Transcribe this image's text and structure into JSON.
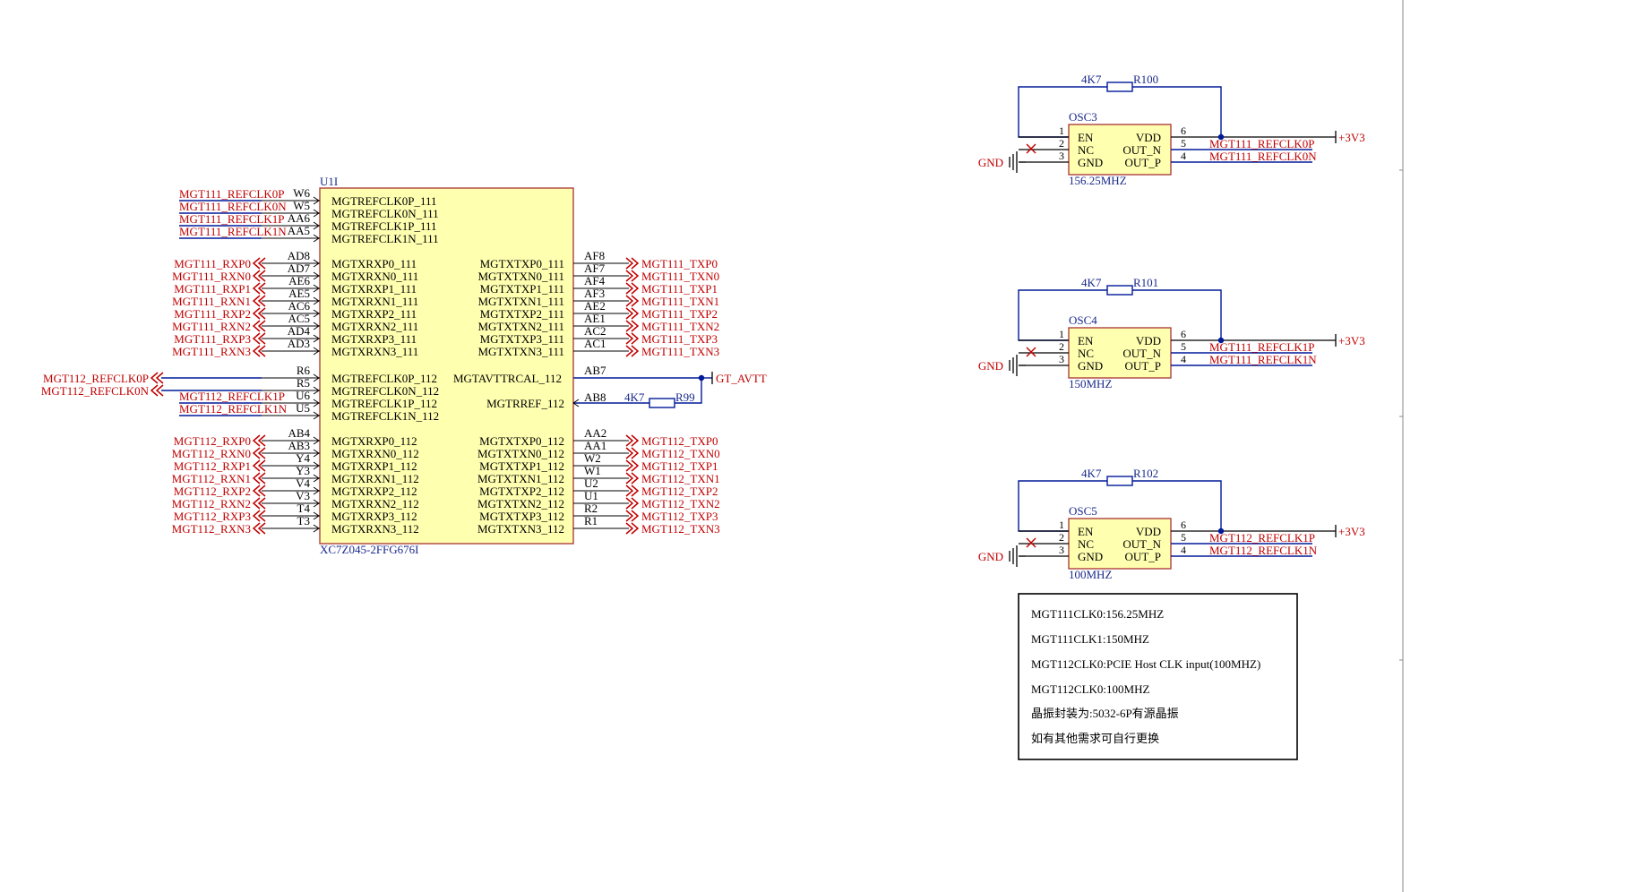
{
  "colors": {
    "net": "#c00000",
    "wire": "#001a99",
    "blue_text": "#1a2a8c",
    "body_fill": "#ffffb0",
    "body_stroke": "#a83232",
    "black": "#000000"
  },
  "u11": {
    "designator": "U1I",
    "part": "XC7Z045-2FFG676I",
    "left_pins": [
      {
        "pin": "W6",
        "name": "MGTREFCLK0P_111",
        "net": "MGT111_REFCLK0P",
        "kind": "wire"
      },
      {
        "pin": "W5",
        "name": "MGTREFCLK0N_111",
        "net": "MGT111_REFCLK0N",
        "kind": "wire"
      },
      {
        "pin": "AA6",
        "name": "MGTREFCLK1P_111",
        "net": "MGT111_REFCLK1P",
        "kind": "wire"
      },
      {
        "pin": "AA5",
        "name": "MGTREFCLK1N_111",
        "net": "MGT111_REFCLK1N",
        "kind": "wire"
      },
      {
        "pin": "AD8",
        "name": "MGTXRXP0_111",
        "net": "MGT111_RXP0",
        "kind": "port"
      },
      {
        "pin": "AD7",
        "name": "MGTXRXN0_111",
        "net": "MGT111_RXN0",
        "kind": "port"
      },
      {
        "pin": "AE6",
        "name": "MGTXRXP1_111",
        "net": "MGT111_RXP1",
        "kind": "port"
      },
      {
        "pin": "AE5",
        "name": "MGTXRXN1_111",
        "net": "MGT111_RXN1",
        "kind": "port"
      },
      {
        "pin": "AC6",
        "name": "MGTXRXP2_111",
        "net": "MGT111_RXP2",
        "kind": "port"
      },
      {
        "pin": "AC5",
        "name": "MGTXRXN2_111",
        "net": "MGT111_RXN2",
        "kind": "port"
      },
      {
        "pin": "AD4",
        "name": "MGTXRXP3_111",
        "net": "MGT111_RXP3",
        "kind": "port"
      },
      {
        "pin": "AD3",
        "name": "MGTXRXN3_111",
        "net": "MGT111_RXN3",
        "kind": "port"
      },
      {
        "pin": "R6",
        "name": "MGTREFCLK0P_112",
        "net": "MGT112_REFCLK0P",
        "kind": "farport"
      },
      {
        "pin": "R5",
        "name": "MGTREFCLK0N_112",
        "net": "MGT112_REFCLK0N",
        "kind": "farport"
      },
      {
        "pin": "U6",
        "name": "MGTREFCLK1P_112",
        "net": "MGT112_REFCLK1P",
        "kind": "wire"
      },
      {
        "pin": "U5",
        "name": "MGTREFCLK1N_112",
        "net": "MGT112_REFCLK1N",
        "kind": "wire"
      },
      {
        "pin": "AB4",
        "name": "MGTXRXP0_112",
        "net": "MGT112_RXP0",
        "kind": "port"
      },
      {
        "pin": "AB3",
        "name": "MGTXRXN0_112",
        "net": "MGT112_RXN0",
        "kind": "port"
      },
      {
        "pin": "Y4",
        "name": "MGTXRXP1_112",
        "net": "MGT112_RXP1",
        "kind": "port"
      },
      {
        "pin": "Y3",
        "name": "MGTXRXN1_112",
        "net": "MGT112_RXN1",
        "kind": "port"
      },
      {
        "pin": "V4",
        "name": "MGTXRXP2_112",
        "net": "MGT112_RXP2",
        "kind": "port"
      },
      {
        "pin": "V3",
        "name": "MGTXRXN2_112",
        "net": "MGT112_RXN2",
        "kind": "port"
      },
      {
        "pin": "T4",
        "name": "MGTXRXP3_112",
        "net": "MGT112_RXP3",
        "kind": "port"
      },
      {
        "pin": "T3",
        "name": "MGTXRXN3_112",
        "net": "MGT112_RXN3",
        "kind": "port"
      }
    ],
    "right_pins": [
      {
        "pin": "AF8",
        "name": "MGTXTXP0_111",
        "net": "MGT111_TXP0"
      },
      {
        "pin": "AF7",
        "name": "MGTXTXN0_111",
        "net": "MGT111_TXN0"
      },
      {
        "pin": "AF4",
        "name": "MGTXTXP1_111",
        "net": "MGT111_TXP1"
      },
      {
        "pin": "AF3",
        "name": "MGTXTXN1_111",
        "net": "MGT111_TXN1"
      },
      {
        "pin": "AE2",
        "name": "MGTXTXP2_111",
        "net": "MGT111_TXP2"
      },
      {
        "pin": "AE1",
        "name": "MGTXTXN2_111",
        "net": "MGT111_TXN2"
      },
      {
        "pin": "AC2",
        "name": "MGTXTXP3_111",
        "net": "MGT111_TXP3"
      },
      {
        "pin": "AC1",
        "name": "MGTXTXN3_111",
        "net": "MGT111_TXN3"
      },
      {
        "pin": "AA2",
        "name": "MGTXTXP0_112",
        "net": "MGT112_TXP0"
      },
      {
        "pin": "AA1",
        "name": "MGTXTXN0_112",
        "net": "MGT112_TXN0"
      },
      {
        "pin": "W2",
        "name": "MGTXTXP1_112",
        "net": "MGT112_TXP1"
      },
      {
        "pin": "W1",
        "name": "MGTXTXN1_112",
        "net": "MGT112_TXN1"
      },
      {
        "pin": "U2",
        "name": "MGTXTXP2_112",
        "net": "MGT112_TXP2"
      },
      {
        "pin": "U1",
        "name": "MGTXTXN2_112",
        "net": "MGT112_TXN2"
      },
      {
        "pin": "R2",
        "name": "MGTXTXP3_112",
        "net": "MGT112_TXP3"
      },
      {
        "pin": "R1",
        "name": "MGTXTXN3_112",
        "net": "MGT112_TXN3"
      }
    ],
    "avtt": {
      "pin": "AB7",
      "name": "MGTAVTTRCAL_112",
      "net": "GT_AVTT"
    },
    "rref": {
      "pin": "AB8",
      "name": "MGTRREF_112",
      "res_value": "4K7",
      "res_ref": "R99"
    }
  },
  "oscillators": [
    {
      "ref": "OSC3",
      "freq": "156.25MHZ",
      "res_value": "4K7",
      "res_ref": "R100",
      "out_n": "MGT111_REFCLK0P",
      "out_p": "MGT111_REFCLK0N"
    },
    {
      "ref": "OSC4",
      "freq": "150MHZ",
      "res_value": "4K7",
      "res_ref": "R101",
      "out_n": "MGT111_REFCLK1P",
      "out_p": "MGT111_REFCLK1N"
    },
    {
      "ref": "OSC5",
      "freq": "100MHZ",
      "res_value": "4K7",
      "res_ref": "R102",
      "out_n": "MGT112_REFCLK1P",
      "out_p": "MGT112_REFCLK1N"
    }
  ],
  "osc_pins": {
    "left": [
      "EN",
      "NC",
      "GND"
    ],
    "left_nums": [
      "1",
      "2",
      "3"
    ],
    "right": [
      "VDD",
      "OUT_N",
      "OUT_P"
    ],
    "right_nums": [
      "6",
      "5",
      "4"
    ]
  },
  "power": {
    "gnd": "GND",
    "vcc": "+3V3"
  },
  "notes": [
    "MGT111CLK0:156.25MHZ",
    "MGT111CLK1:150MHZ",
    "MGT112CLK0:PCIE Host CLK input(100MHZ)",
    "MGT112CLK0:100MHZ",
    "晶振封装为:5032-6P有源晶振",
    "如有其他需求可自行更换"
  ]
}
